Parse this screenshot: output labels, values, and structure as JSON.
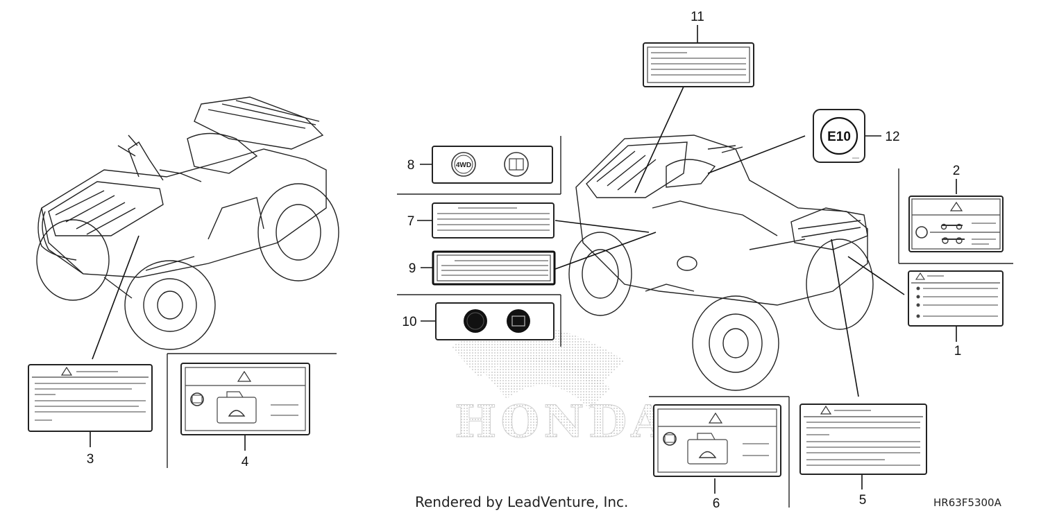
{
  "footer": {
    "credit": "Rendered by LeadVenture, Inc.",
    "diagram_code": "HR63F5300A"
  },
  "watermark": {
    "brand": "HONDA"
  },
  "callouts": {
    "c1": "1",
    "c2": "2",
    "c3": "3",
    "c4": "4",
    "c5": "5",
    "c6": "6",
    "c7": "7",
    "c8": "8",
    "c9": "9",
    "c10": "10",
    "c11": "11",
    "c12": "12"
  },
  "labels": {
    "fourwd_icon": "4WD",
    "e10_badge": "E10"
  },
  "colors": {
    "line": "#222222",
    "watermark": "#c8c8c8"
  }
}
